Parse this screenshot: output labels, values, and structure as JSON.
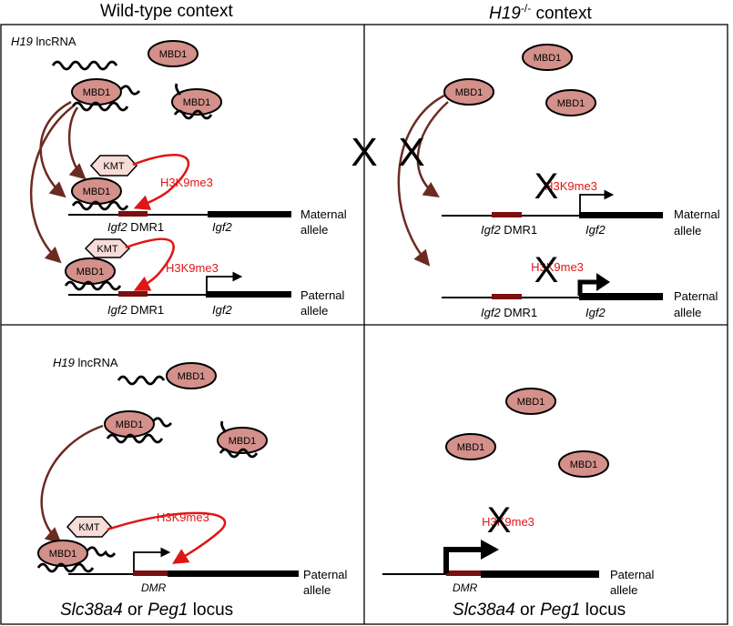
{
  "headers": {
    "left": "Wild-type context",
    "right_gene": "H19",
    "right_sup": "-/-",
    "right_suffix": " context"
  },
  "labels": {
    "h19": "H19",
    "lncrna": " lncRNA",
    "mbd1": "MBD1",
    "kmt": "KMT",
    "h3k9me3": "H3K9me3",
    "igf2": "Igf2",
    "dmr1": " DMR1",
    "dmr": "DMR",
    "maternal": "Maternal",
    "paternal": "Paternal",
    "allele": "allele",
    "x": "X"
  },
  "footer": {
    "gene1": "Slc38a4",
    "or": " or ",
    "gene2": "Peg1",
    "suffix": " locus"
  },
  "colors": {
    "mbd1_fill": "#d4908a",
    "kmt_fill": "#f7dcd7",
    "dmr_fill": "#7a1010",
    "arrow_brown": "#6b2b22",
    "arrow_red": "#e01515",
    "text_red": "#e01515"
  }
}
